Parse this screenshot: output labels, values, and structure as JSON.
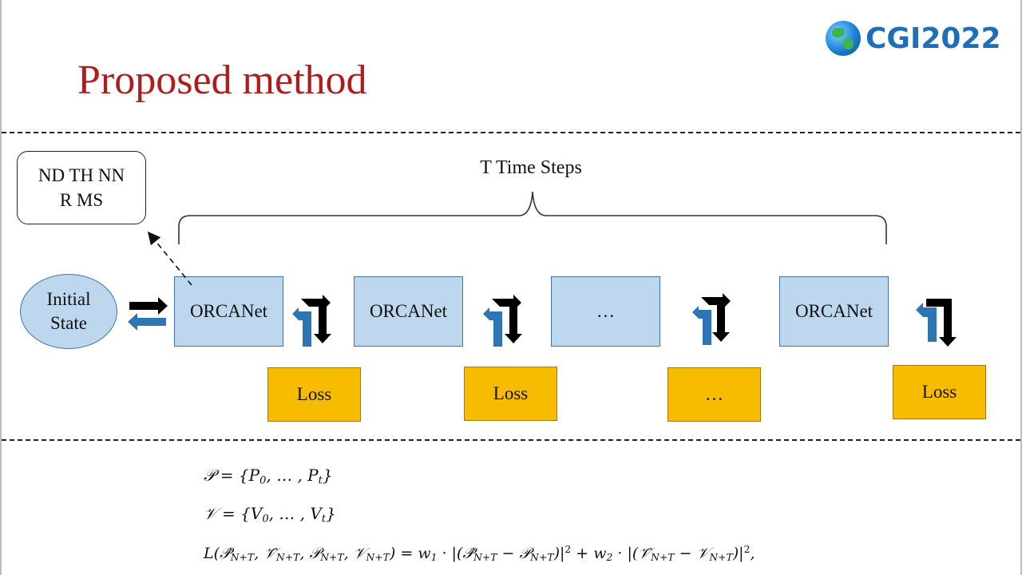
{
  "slide": {
    "title": "Proposed method",
    "logo_text": "CGI2022"
  },
  "diagram": {
    "time_steps_label": "T Time Steps",
    "metrics_lines": [
      "ND TH NN",
      "R MS"
    ],
    "initial_state_lines": [
      "Initial",
      "State"
    ],
    "networks": [
      "ORCANet",
      "ORCANet",
      "…",
      "ORCANet"
    ],
    "losses": [
      "Loss",
      "Loss",
      "…",
      "Loss"
    ],
    "colors": {
      "box_fill": "#bdd7ee",
      "box_border": "#4472a4",
      "loss_fill": "#f7bc00",
      "arrow_blue": "#2e75b6",
      "arrow_black": "#000000",
      "title": "#b01c1c"
    }
  },
  "equations": {
    "eq1": "𝒫 = {P₀, … , Pₜ}",
    "eq2": "𝒱 = {V₀, … , Vₜ}",
    "eq3": "L(𝒫̂_{N+T}, 𝒱̂_{N+T}, 𝒫_{N+T}, 𝒱_{N+T}) = w₁ · |(𝒫̂_{N+T} − 𝒫_{N+T})|² + w₂ · |(𝒱̂_{N+T} − 𝒱_{N+T})|²,"
  }
}
